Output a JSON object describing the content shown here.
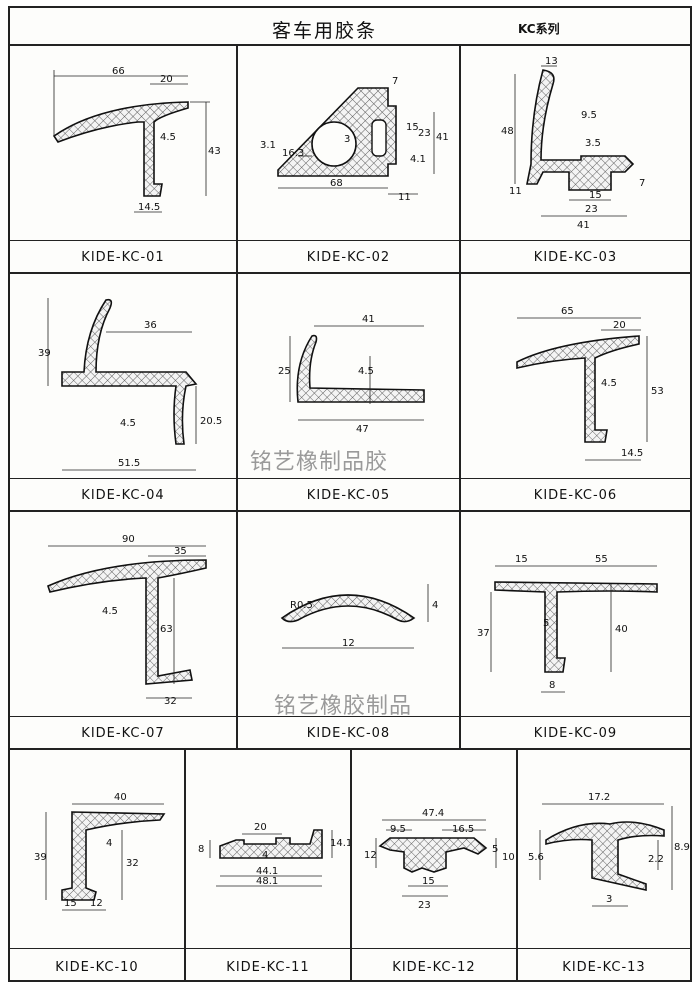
{
  "header": {
    "title": "客车用胶条",
    "series": "KC系列"
  },
  "watermarks": [
    "铭艺橡制品胶",
    "铭艺橡胶制品"
  ],
  "items": [
    {
      "code": "KIDE-KC-01",
      "dims": [
        "66",
        "20",
        "4.5",
        "43",
        "14.5"
      ]
    },
    {
      "code": "KIDE-KC-02",
      "dims": [
        "7",
        "3.1",
        "16.3",
        "3",
        "15",
        "23",
        "41",
        "4.1",
        "68",
        "11"
      ]
    },
    {
      "code": "KIDE-KC-03",
      "dims": [
        "13",
        "48",
        "9.5",
        "3.5",
        "11",
        "7",
        "15",
        "23",
        "41"
      ]
    },
    {
      "code": "KIDE-KC-04",
      "dims": [
        "39",
        "36",
        "4.5",
        "20.5",
        "51.5"
      ]
    },
    {
      "code": "KIDE-KC-05",
      "dims": [
        "41",
        "25",
        "4.5",
        "47"
      ]
    },
    {
      "code": "KIDE-KC-06",
      "dims": [
        "65",
        "20",
        "4.5",
        "53",
        "14.5"
      ]
    },
    {
      "code": "KIDE-KC-07",
      "dims": [
        "90",
        "35",
        "4.5",
        "63",
        "32"
      ]
    },
    {
      "code": "KIDE-KC-08",
      "dims": [
        "R0.5",
        "4",
        "12"
      ]
    },
    {
      "code": "KIDE-KC-09",
      "dims": [
        "15",
        "55",
        "5",
        "37",
        "40",
        "8"
      ]
    },
    {
      "code": "KIDE-KC-10",
      "dims": [
        "40",
        "4",
        "39",
        "32",
        "15",
        "12"
      ]
    },
    {
      "code": "KIDE-KC-11",
      "dims": [
        "20",
        "8",
        "4",
        "14.1",
        "44.1",
        "48.1"
      ]
    },
    {
      "code": "KIDE-KC-12",
      "dims": [
        "47.4",
        "9.5",
        "16.5",
        "12",
        "5",
        "10",
        "15",
        "23"
      ]
    },
    {
      "code": "KIDE-KC-13",
      "dims": [
        "17.2",
        "5.6",
        "2.2",
        "8.9",
        "3"
      ]
    }
  ]
}
